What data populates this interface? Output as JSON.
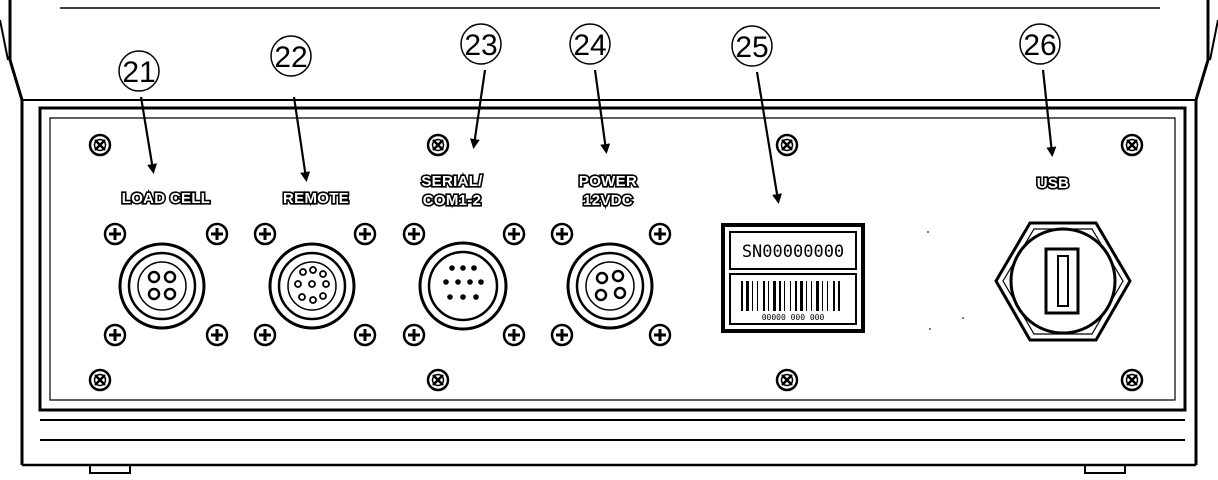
{
  "callouts": [
    {
      "id": "21",
      "label": "21"
    },
    {
      "id": "22",
      "label": "22"
    },
    {
      "id": "23",
      "label": "23"
    },
    {
      "id": "24",
      "label": "24"
    },
    {
      "id": "25",
      "label": "25"
    },
    {
      "id": "26",
      "label": "26"
    }
  ],
  "ports": {
    "load_cell": "LOAD CELL",
    "remote": "REMOTE",
    "serial_line1": "SERIAL/",
    "serial_line2": "COM1-2",
    "power_line1": "POWER",
    "power_line2": "12VDC",
    "usb": "USB"
  },
  "serial_label": {
    "serial_number": "SN00000000",
    "barcode_caption": "00000 000 000"
  }
}
